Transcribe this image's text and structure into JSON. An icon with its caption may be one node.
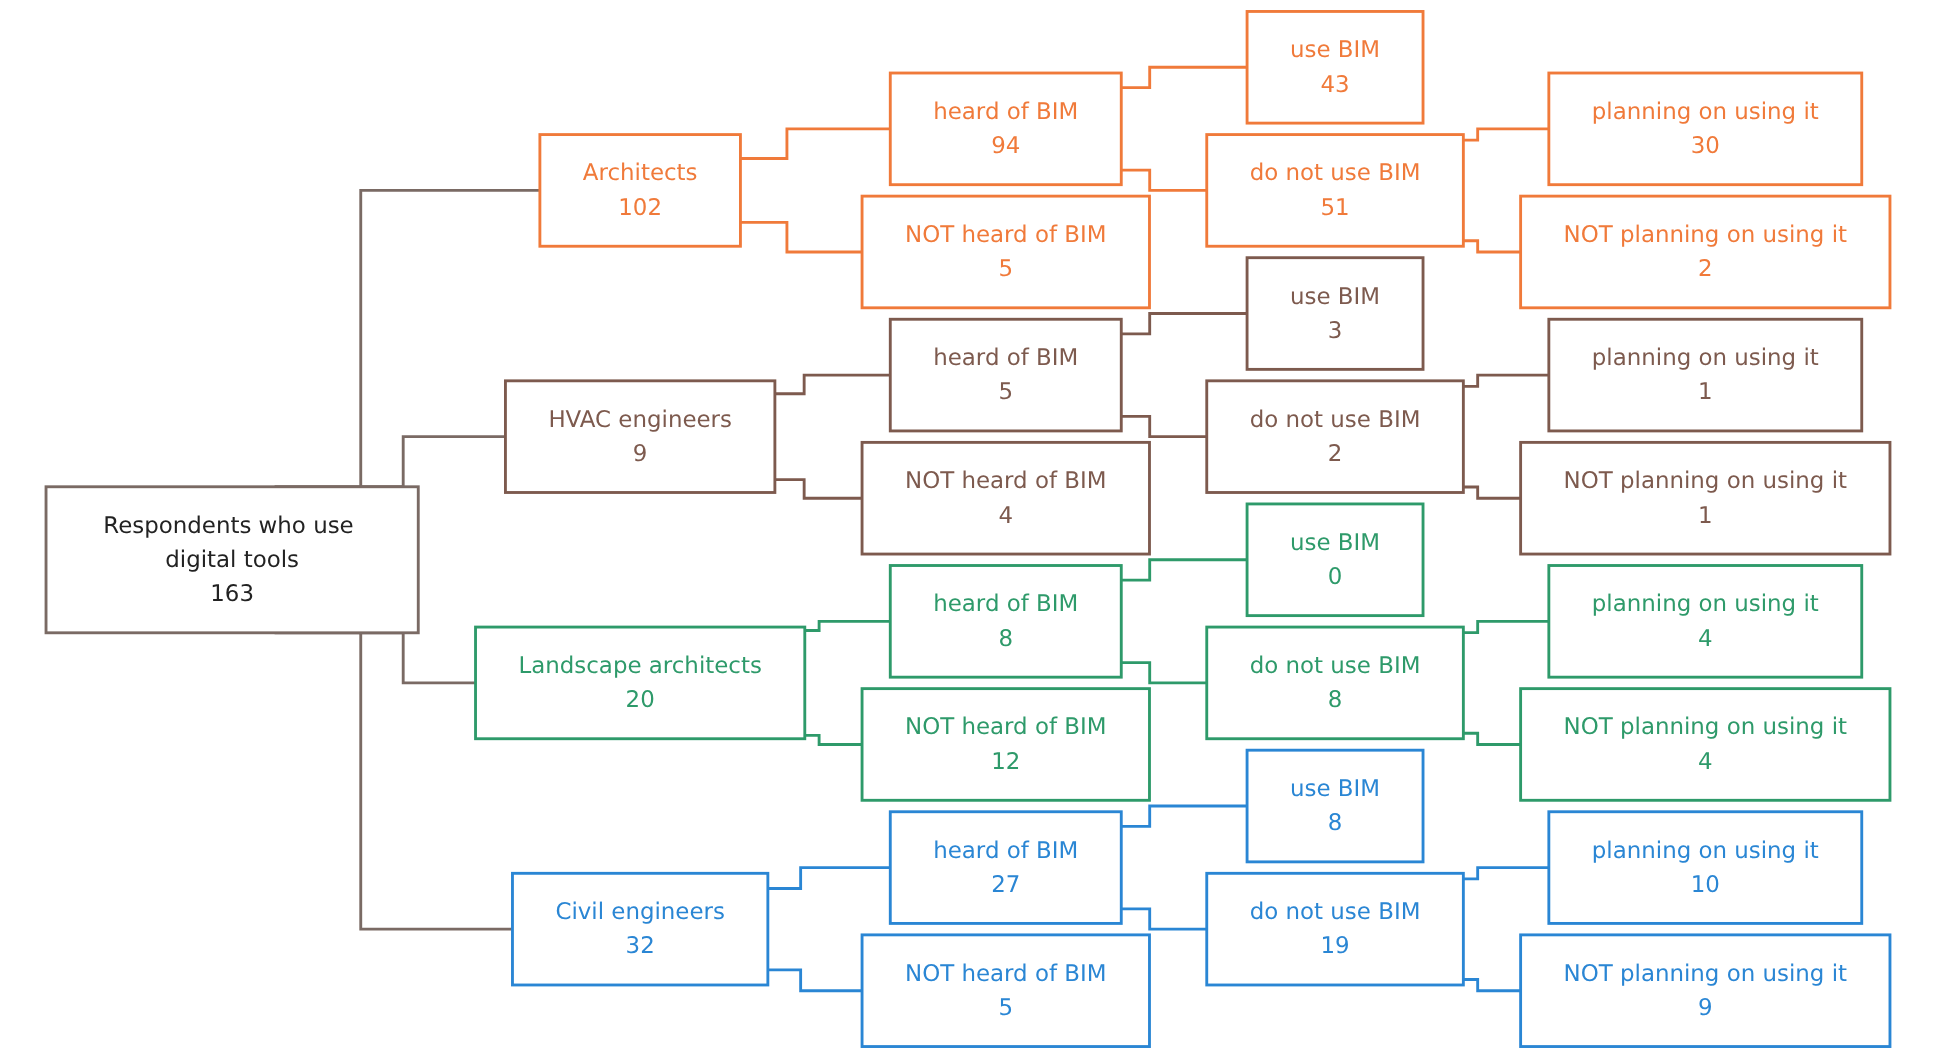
{
  "diagram": {
    "nodes": [
      {
        "text": [
          "Respondents who use digital tools",
          "163"
        ]
      },
      {
        "text": [
          "Architects",
          "102"
        ]
      },
      {
        "text": [
          "heard of BIM",
          "94"
        ]
      },
      {
        "text": [
          "NOT heard of BIM",
          "5"
        ]
      },
      {
        "text": [
          "use BIM",
          "43"
        ]
      },
      {
        "text": [
          "do not use BIM",
          "51"
        ]
      },
      {
        "text": [
          "planning on using it",
          "30"
        ]
      },
      {
        "text": [
          "NOT planning on using it",
          "2"
        ]
      },
      {
        "text": [
          "HVAC engineers",
          "9"
        ]
      },
      {
        "text": [
          "heard of BIM",
          "5"
        ]
      },
      {
        "text": [
          "NOT heard of BIM",
          "4"
        ]
      },
      {
        "text": [
          "use BIM",
          "3"
        ]
      },
      {
        "text": [
          "do not use BIM",
          "2"
        ]
      },
      {
        "text": [
          "planning on using it",
          "1"
        ]
      },
      {
        "text": [
          "NOT planning on using it",
          "1"
        ]
      },
      {
        "text": [
          "Landscape architects",
          "20"
        ]
      },
      {
        "text": [
          "heard of BIM",
          "8"
        ]
      },
      {
        "text": [
          "NOT heard of BIM",
          "12"
        ]
      },
      {
        "text": [
          "use BIM",
          "0"
        ]
      },
      {
        "text": [
          "do not use BIM",
          "8"
        ]
      },
      {
        "text": [
          "planning on using it",
          "4"
        ]
      },
      {
        "text": [
          "NOT planning on using it",
          "4"
        ]
      },
      {
        "text": [
          "Civil engineers",
          "32"
        ]
      },
      {
        "text": [
          "heard of BIM",
          "27"
        ]
      },
      {
        "text": [
          "NOT heard of BIM",
          "5"
        ]
      },
      {
        "text": [
          "use BIM",
          "8"
        ]
      },
      {
        "text": [
          "do not use BIM",
          "19"
        ]
      },
      {
        "text": [
          "planning on using it",
          "10"
        ]
      },
      {
        "text": [
          "NOT planning on using it",
          "9"
        ]
      }
    ],
    "edges": [
      {
        "from": 0,
        "to": 1,
        "arrow": "none",
        "color": "#7a6a64"
      },
      {
        "from": 1,
        "to": 2,
        "arrow": "none",
        "color": "#f07a3a"
      },
      {
        "from": 1,
        "to": 3,
        "arrow": "none",
        "color": "#f07a3a"
      },
      {
        "from": 2,
        "to": 4,
        "arrow": "none",
        "color": "#f07a3a"
      },
      {
        "from": 2,
        "to": 5,
        "arrow": "none",
        "color": "#f07a3a"
      },
      {
        "from": 5,
        "to": 6,
        "arrow": "none",
        "color": "#f07a3a"
      },
      {
        "from": 5,
        "to": 7,
        "arrow": "none",
        "color": "#f07a3a"
      },
      {
        "from": 0,
        "to": 8,
        "arrow": "none",
        "color": "#7a6a64"
      },
      {
        "from": 8,
        "to": 9,
        "arrow": "none",
        "color": "#7d5a4e"
      },
      {
        "from": 8,
        "to": 10,
        "arrow": "none",
        "color": "#7d5a4e"
      },
      {
        "from": 9,
        "to": 11,
        "arrow": "none",
        "color": "#7d5a4e"
      },
      {
        "from": 9,
        "to": 12,
        "arrow": "none",
        "color": "#7d5a4e"
      },
      {
        "from": 12,
        "to": 13,
        "arrow": "none",
        "color": "#7d5a4e"
      },
      {
        "from": 12,
        "to": 14,
        "arrow": "none",
        "color": "#7d5a4e"
      },
      {
        "from": 0,
        "to": 15,
        "arrow": "none",
        "color": "#7a6a64"
      },
      {
        "from": 15,
        "to": 16,
        "arrow": "none",
        "color": "#2e9a6a"
      },
      {
        "from": 15,
        "to": 17,
        "arrow": "none",
        "color": "#2e9a6a"
      },
      {
        "from": 16,
        "to": 18,
        "arrow": "none",
        "color": "#2e9a6a"
      },
      {
        "from": 16,
        "to": 19,
        "arrow": "none",
        "color": "#2e9a6a"
      },
      {
        "from": 19,
        "to": 20,
        "arrow": "none",
        "color": "#2e9a6a"
      },
      {
        "from": 19,
        "to": 21,
        "arrow": "none",
        "color": "#2e9a6a"
      },
      {
        "from": 0,
        "to": 22,
        "arrow": "none",
        "color": "#7a6a64"
      },
      {
        "from": 22,
        "to": 23,
        "arrow": "none",
        "color": "#2a86d4"
      },
      {
        "from": 22,
        "to": 24,
        "arrow": "none",
        "color": "#2a86d4"
      },
      {
        "from": 23,
        "to": 25,
        "arrow": "none",
        "color": "#2a86d4"
      },
      {
        "from": 23,
        "to": 26,
        "arrow": "none",
        "color": "#2a86d4"
      },
      {
        "from": 26,
        "to": 27,
        "arrow": "none",
        "color": "#2a86d4"
      },
      {
        "from": 26,
        "to": 28,
        "arrow": "none",
        "color": "#2a86d4"
      }
    ]
  }
}
